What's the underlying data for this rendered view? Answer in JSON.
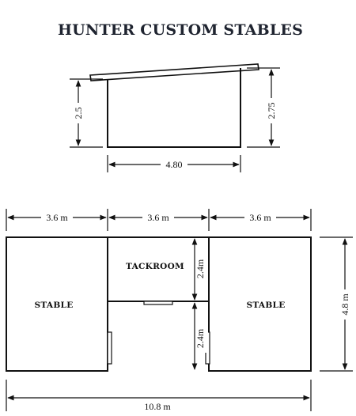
{
  "title": "HUNTER CUSTOM STABLES",
  "elevation": {
    "left_height": "2.5",
    "right_height": "2.75",
    "width": "4.80"
  },
  "plan": {
    "top_dims": [
      "3.6 m",
      "3.6 m",
      "3.6 m"
    ],
    "total_width": "10.8 m",
    "depth": "4.8 m",
    "tackroom_depth": "2.4m",
    "lower_depth": "2.4m",
    "rooms": {
      "left_stable": "STABLE",
      "tackroom": "TACKROOM",
      "right_stable": "STABLE"
    }
  },
  "colors": {
    "ink": "#111111",
    "title": "#1f2430",
    "background": "#ffffff"
  }
}
